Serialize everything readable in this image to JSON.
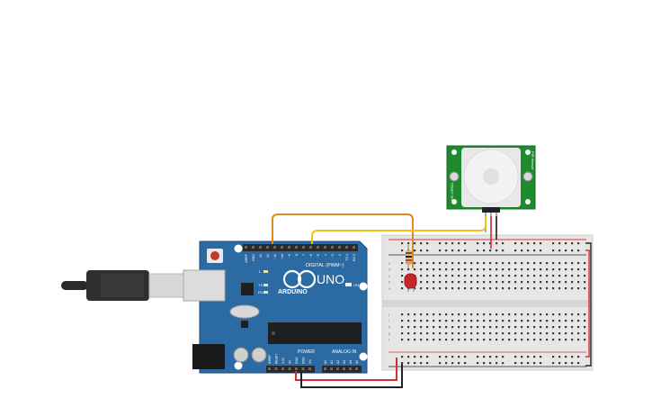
{
  "arduino": {
    "brand": "ARDUINO",
    "model": "UNO",
    "digital_label": "DIGITAL (PWM~)",
    "power_label": "POWER",
    "analog_label": "ANALOG IN",
    "header_top": [
      "AREF",
      "GND",
      "13",
      "12",
      "~11",
      "~10",
      "~9",
      "8",
      "7",
      "~6",
      "~5",
      "4",
      "~3",
      "2",
      "TX 1",
      "RX 0"
    ],
    "power_pins": [
      "IOREF",
      "RESET",
      "3.3V",
      "5V",
      "GND",
      "GND",
      "Vin"
    ],
    "analog_pins": [
      "A0",
      "A1",
      "A2",
      "A3",
      "A4",
      "A5"
    ],
    "led_labels": [
      "L",
      "TX",
      "RX"
    ],
    "on_label": "ON",
    "colors": {
      "board": "#2b6aa3",
      "header": "#2a2a2a",
      "chip": "#1f1f1f"
    }
  },
  "pir_sensor": {
    "label_left": "HC-SR501",
    "label_right": "PIR Sensor",
    "colors": {
      "pcb": "#1e8a2e",
      "dome": "#f0f0f0"
    }
  },
  "breadboard": {
    "row_letters_top": [
      "a",
      "b",
      "c",
      "d",
      "e"
    ],
    "row_letters_bottom": [
      "f",
      "g",
      "h",
      "i",
      "j"
    ],
    "column_count": 30,
    "colors": {
      "body": "#e6e6e6",
      "rail_red": "#d33",
      "rail_black": "#222"
    }
  },
  "components": {
    "led": {
      "color": "#c62828"
    },
    "resistor": {
      "band_colors": [
        "#8b4513",
        "#222",
        "#c0392b",
        "#d4a017"
      ]
    },
    "usb_cable": {
      "color": "#2a2a2a"
    }
  },
  "wires": {
    "signal_orange": "#e08a1e",
    "signal_yellow": "#f2c21b",
    "power_red": "#d32f2f",
    "ground_black": "#222222"
  }
}
